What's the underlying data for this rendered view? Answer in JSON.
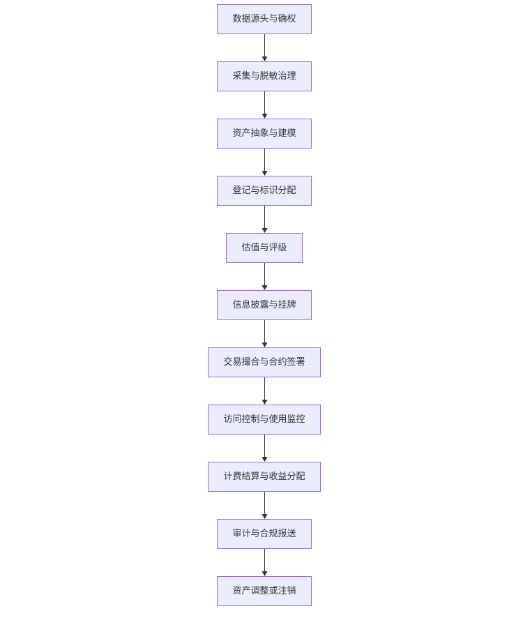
{
  "flowchart": {
    "direction": "top-to-bottom",
    "colors": {
      "node_fill": "#ececff",
      "node_border": "#9370db",
      "text": "#333333",
      "edge": "#333333"
    },
    "nodes": [
      {
        "id": "n1",
        "label": "数据源头与确权"
      },
      {
        "id": "n2",
        "label": "采集与脱敏治理"
      },
      {
        "id": "n3",
        "label": "资产抽象与建模"
      },
      {
        "id": "n4",
        "label": "登记与标识分配"
      },
      {
        "id": "n5",
        "label": "估值与评级"
      },
      {
        "id": "n6",
        "label": "信息披露与挂牌"
      },
      {
        "id": "n7",
        "label": "交易撮合与合约签署"
      },
      {
        "id": "n8",
        "label": "访问控制与使用监控"
      },
      {
        "id": "n9",
        "label": "计费结算与收益分配"
      },
      {
        "id": "n10",
        "label": "审计与合规报送"
      },
      {
        "id": "n11",
        "label": "资产调整或注销"
      }
    ],
    "edges": [
      {
        "from": "n1",
        "to": "n2"
      },
      {
        "from": "n2",
        "to": "n3"
      },
      {
        "from": "n3",
        "to": "n4"
      },
      {
        "from": "n4",
        "to": "n5"
      },
      {
        "from": "n5",
        "to": "n6"
      },
      {
        "from": "n6",
        "to": "n7"
      },
      {
        "from": "n7",
        "to": "n8"
      },
      {
        "from": "n8",
        "to": "n9"
      },
      {
        "from": "n9",
        "to": "n10"
      },
      {
        "from": "n10",
        "to": "n11"
      }
    ]
  }
}
